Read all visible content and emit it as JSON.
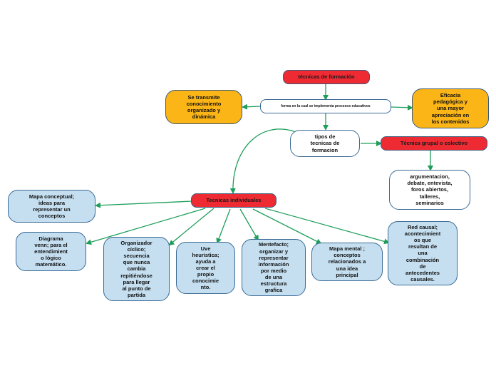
{
  "nodes": {
    "root": "técnicas de formación",
    "definition": "forma en la cual se implementa procesos educativos",
    "left_note": "Se transmite\nconocimiento\norganizado y\ndinámica",
    "right_note": "Eficacia\npedagógica y\nuna mayor\napreciación en\nlos contenidos",
    "types": "tipos de\ntecnicas de\nformacion",
    "group": "Técnica grupal o colectivo",
    "group_examples": "argumentacion,\ndebate, entevista,\nforos abiertos,\ntalleres,\nseminarios",
    "individual": "Tecnicas individuales",
    "concept_map": "Mapa conceptual;\nideas para\nrepresentar un\nconceptos",
    "venn": "Diagrama\nvenn; para el\nentendimient\no lógico\nmatemático.",
    "cyclic": "Organizador\ncíclico;\nsecuencia\nque nunca\ncambia\nrepitiéndose\npara llegar\nal punto de\npartida",
    "uve": "Uve\nheuristica;\nayuda a\ncrear el\npropio\nconocimie\nnto.",
    "mentefacto": "Mentefacto;\norganizar y\nrepresentar\ninformación\npor medio\nde una\nestructura\ngrafica",
    "mind_map": "Mapa mental ;\nconceptos\nrelacionados a\nuna idea\nprincipal",
    "causal": "Red causal;\nacontecimient\nos que\nresultan de\nuna\ncombinación\nde\nantecedentes\ncausales."
  },
  "colors": {
    "red": "#ee2a33",
    "yellow": "#fbb516",
    "blue": "#c5dff0",
    "connector": "#1e9e5a"
  }
}
